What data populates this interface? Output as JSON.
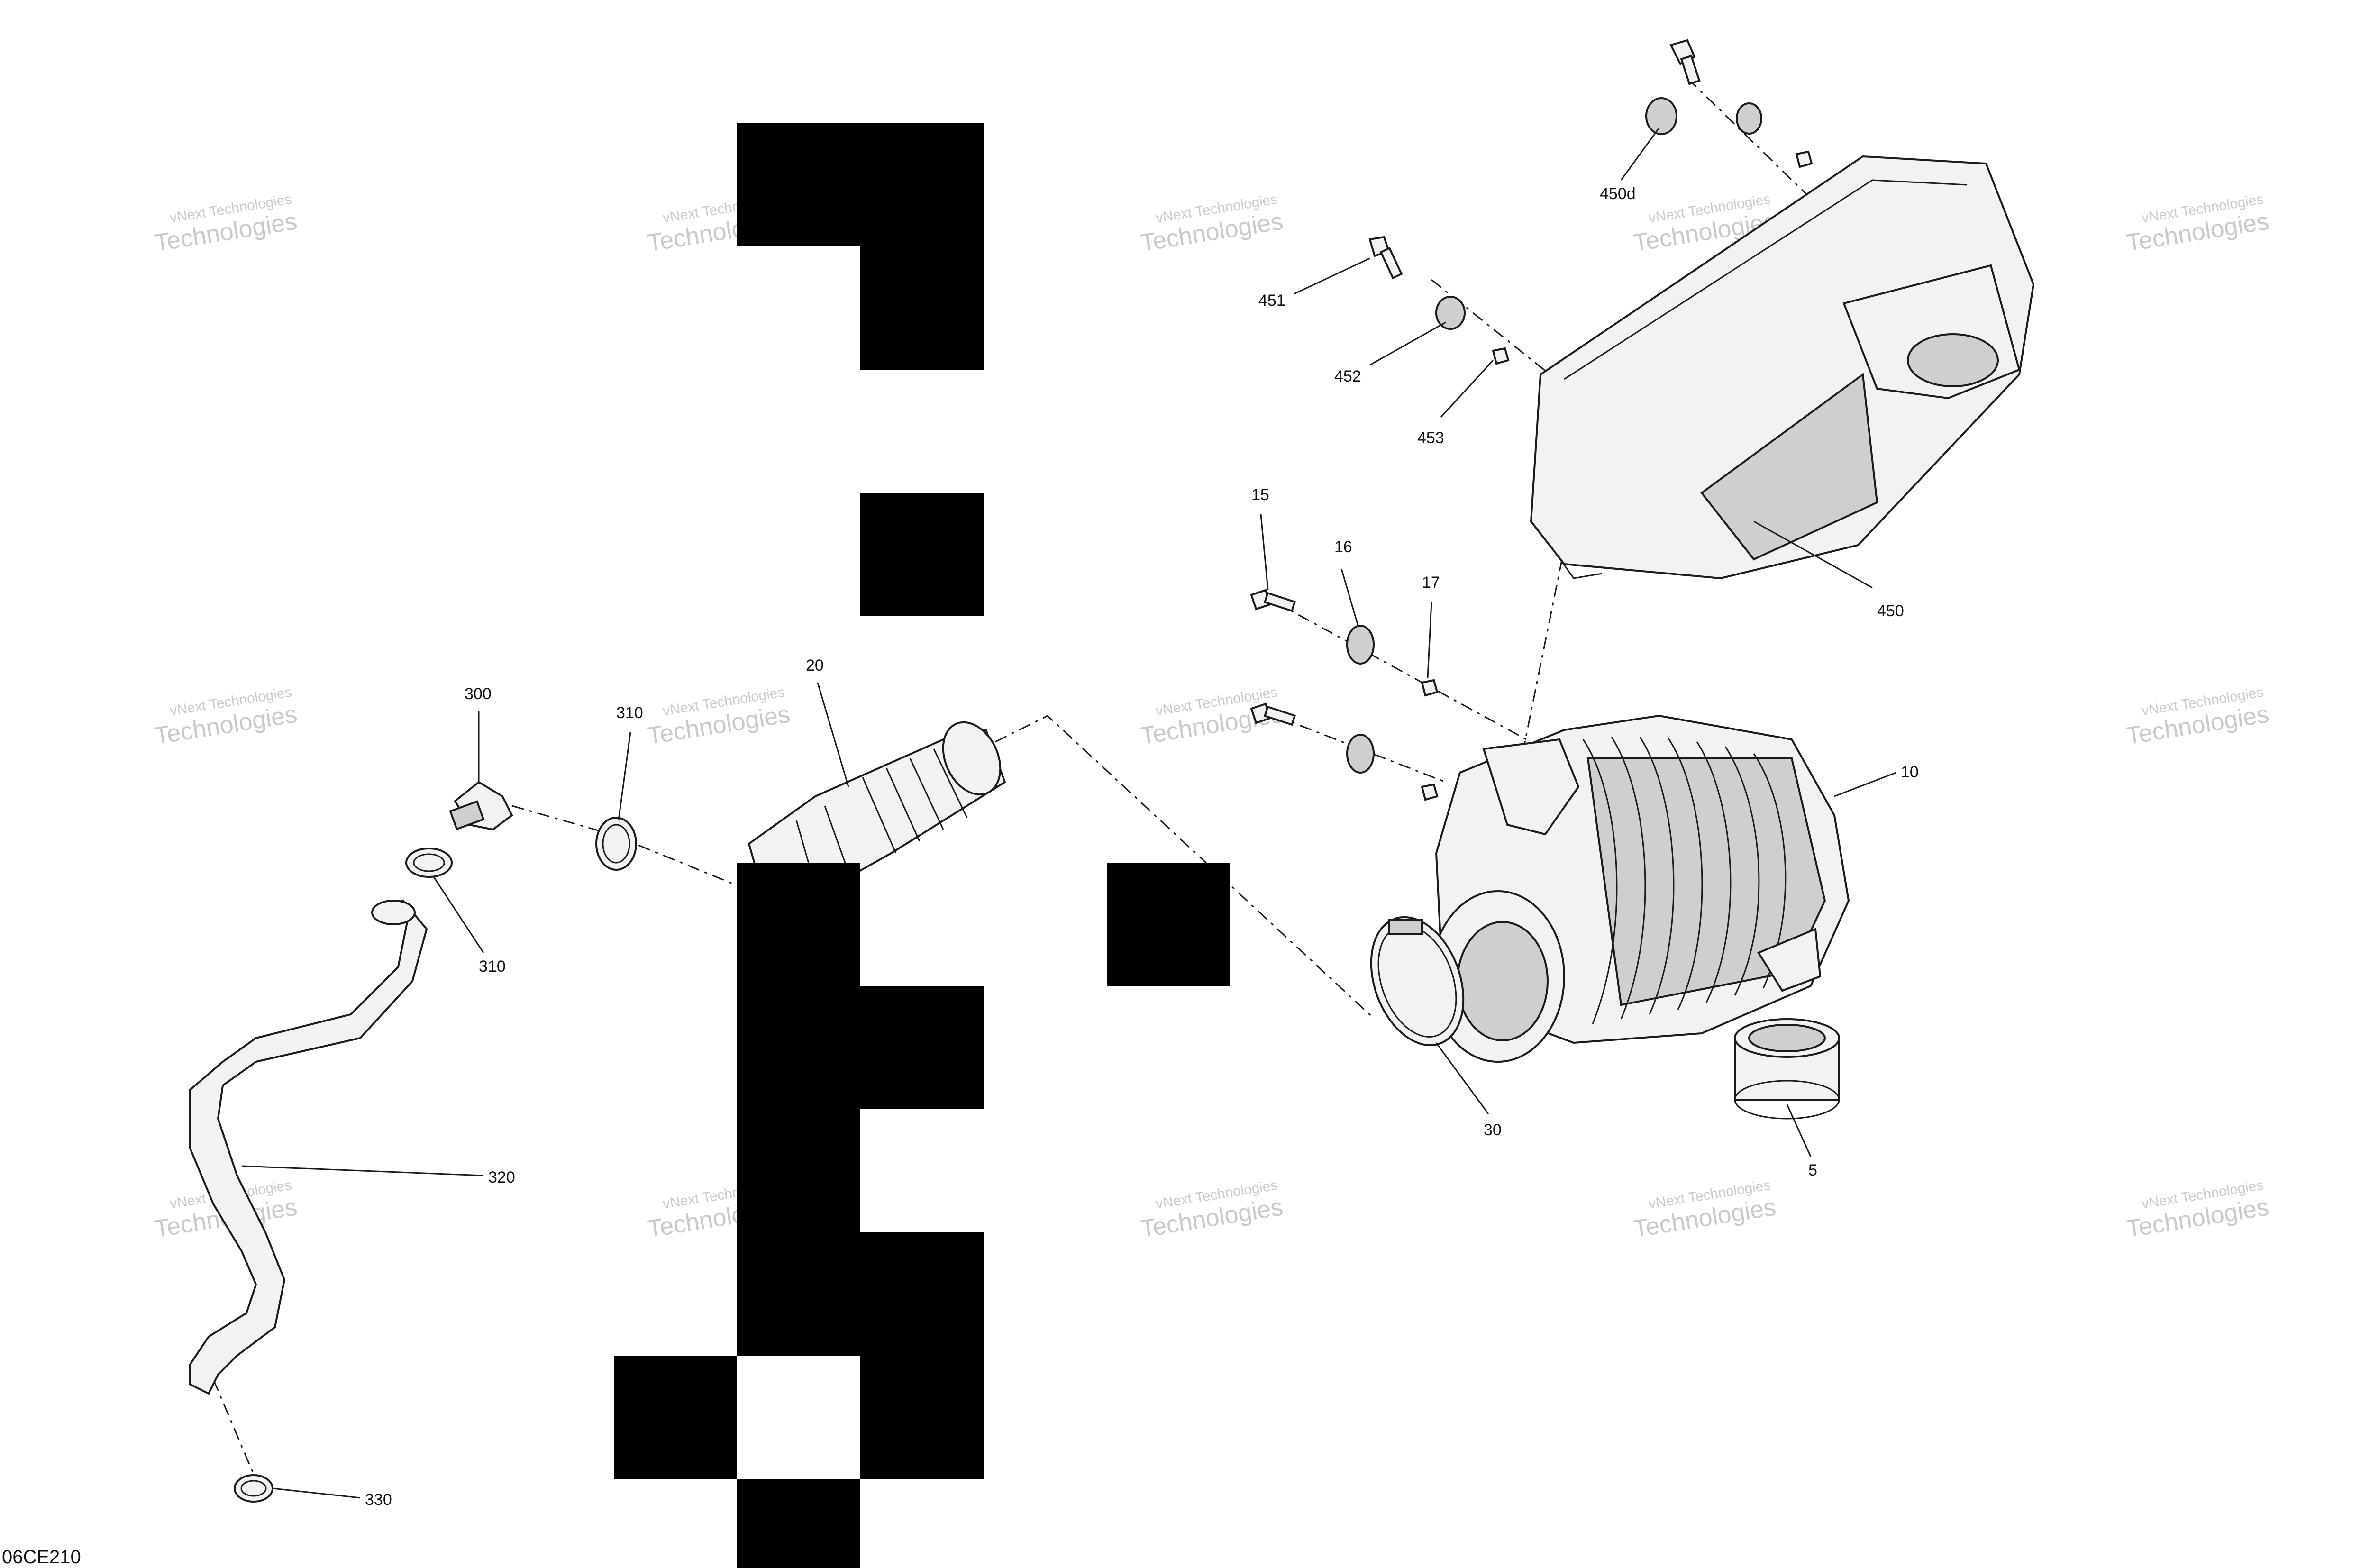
{
  "drawing_id": "06CE210",
  "watermark": {
    "line1": "vNext Technologies",
    "line2": "Technologies"
  },
  "callouts": [
    "450d",
    "451",
    "452",
    "453",
    "450",
    "15",
    "16",
    "17",
    "10",
    "20",
    "300",
    "310",
    "310",
    "320",
    "330",
    "30",
    "5"
  ],
  "colors": {
    "line": "#1a1a1a",
    "part_fill": "#f2f2f2",
    "shade": "#cfcfcf",
    "watermark": "#c9c9c9",
    "redaction": "#000000"
  }
}
